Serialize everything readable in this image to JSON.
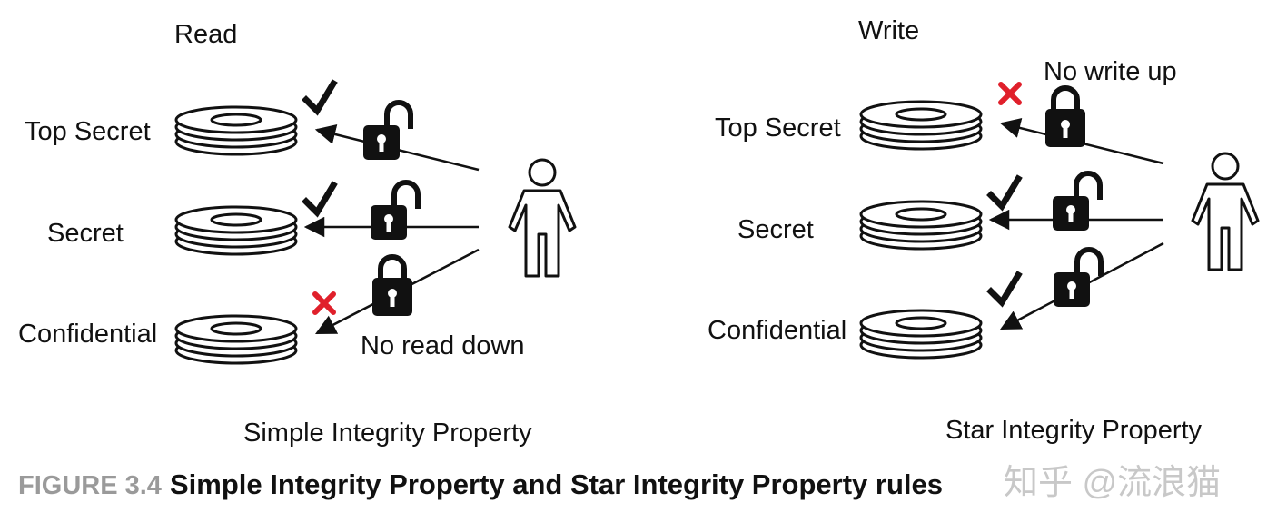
{
  "left_panel": {
    "heading": "Read",
    "levels": [
      "Top Secret",
      "Secret",
      "Confidential"
    ],
    "rule_note": "No read down",
    "subtitle": "Simple Integrity Property"
  },
  "right_panel": {
    "heading": "Write",
    "levels": [
      "Top Secret",
      "Secret",
      "Confidential"
    ],
    "rule_note": "No write up",
    "subtitle": "Star Integrity Property"
  },
  "caption": {
    "figure_number": "FIGURE 3.4",
    "title": "Simple Integrity Property and Star Integrity Property rules"
  },
  "watermark": "知乎 @流浪猫",
  "colors": {
    "ink": "#111111",
    "deny_mark": "#e0202b",
    "caption_number": "#9a9a9a",
    "watermark": "#c8c8c8"
  },
  "icons": [
    "disk-stack-icon",
    "check-icon",
    "cross-icon",
    "padlock-open-icon",
    "padlock-closed-icon",
    "person-icon"
  ]
}
